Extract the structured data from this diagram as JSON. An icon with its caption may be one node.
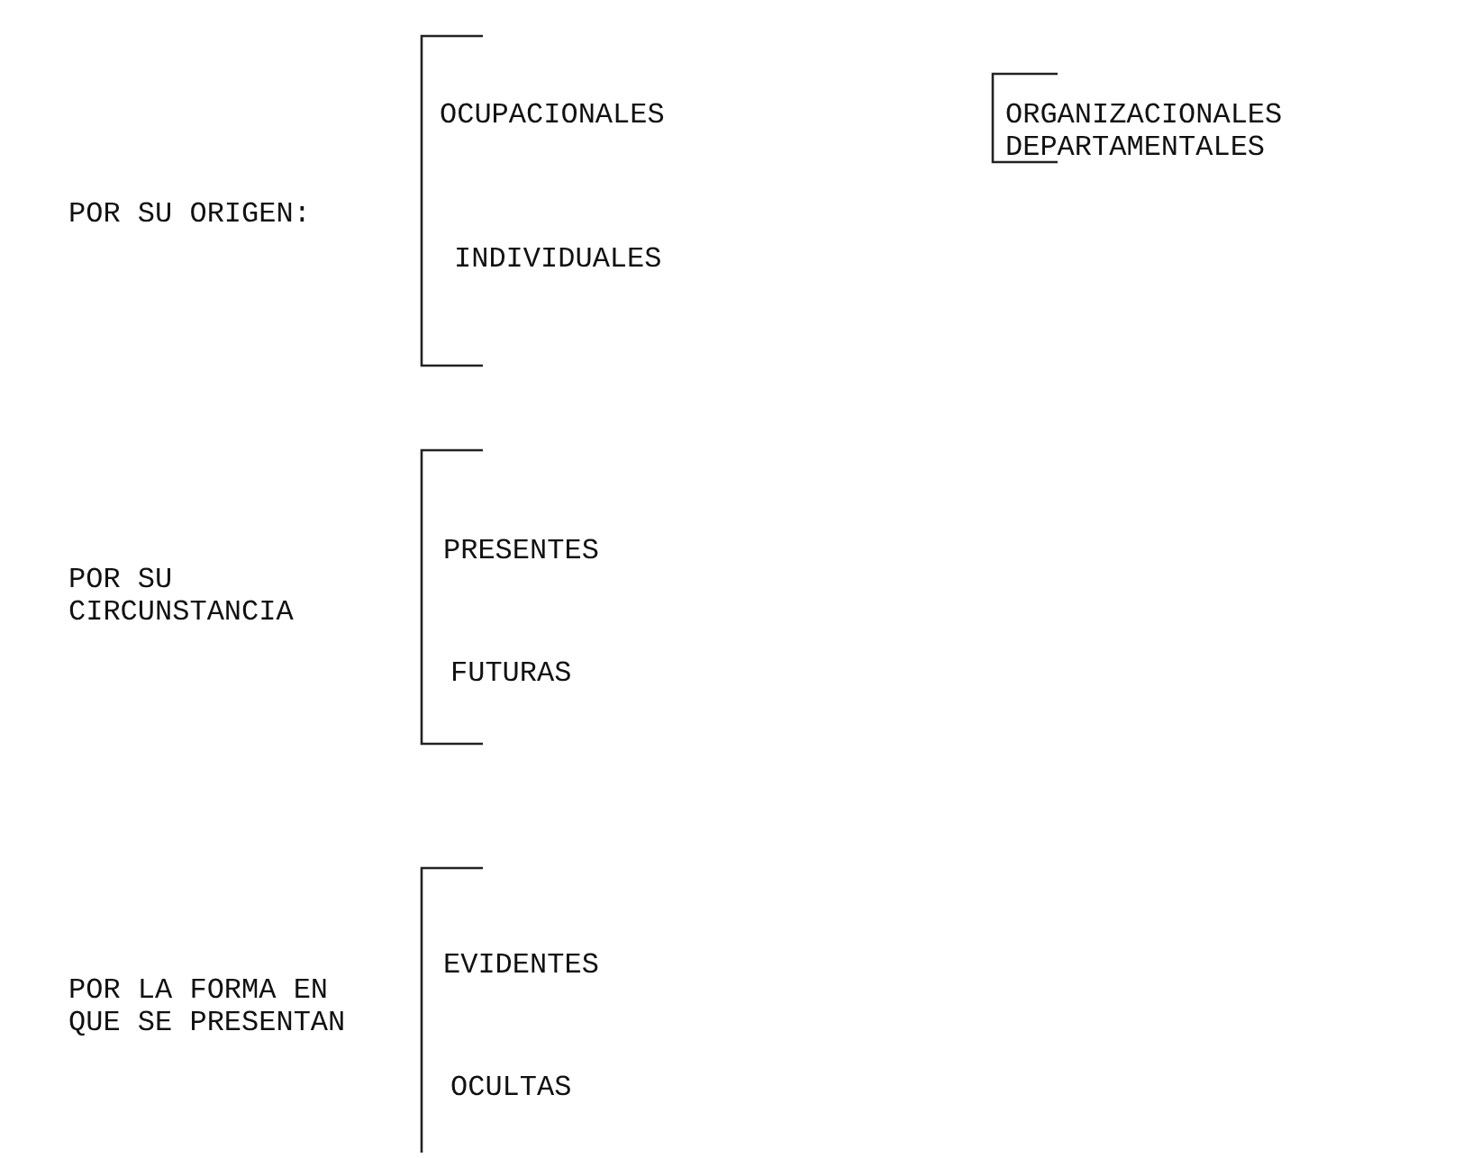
{
  "diagram": {
    "labels": [
      "POR SU ORIGEN:",
      "OCUPACIONALES",
      "ORGANIZACIONALES",
      "DEPARTAMENTALES",
      "INDIVIDUALES",
      "POR SU CIRCUNSTANCIA",
      "PRESENTES",
      "FUTURAS",
      "POR LA FORMA EN QUE SE PRESENTAN",
      "EVIDENTES",
      "OCULTAS"
    ]
  }
}
